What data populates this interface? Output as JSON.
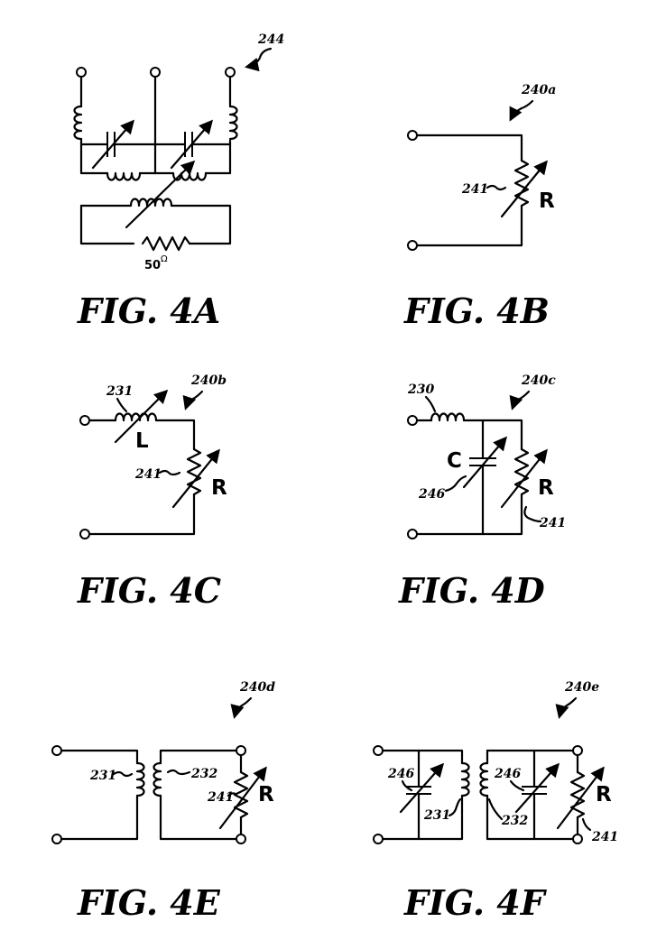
{
  "figures": {
    "fig4a": {
      "caption": "FIG. 4A",
      "ref": "244",
      "resistor_value": "50",
      "resistor_unit": "Ω"
    },
    "fig4b": {
      "caption": "FIG. 4B",
      "ref": "240a",
      "resistor_ref": "241",
      "resistor_symbol": "R"
    },
    "fig4c": {
      "caption": "FIG. 4C",
      "ref": "240b",
      "inductor_ref": "231",
      "inductor_symbol": "L",
      "resistor_ref": "241",
      "resistor_symbol": "R"
    },
    "fig4d": {
      "caption": "FIG. 4D",
      "ref": "240c",
      "inductor_ref": "230",
      "capacitor_ref": "246",
      "capacitor_symbol": "C",
      "resistor_ref": "241",
      "resistor_symbol": "R"
    },
    "fig4e": {
      "caption": "FIG. 4E",
      "ref": "240d",
      "primary_ref": "231",
      "secondary_ref": "232",
      "resistor_ref": "241",
      "resistor_symbol": "R"
    },
    "fig4f": {
      "caption": "FIG. 4F",
      "ref": "240e",
      "cap1_ref": "246",
      "cap2_ref": "246",
      "primary_ref": "231",
      "secondary_ref": "232",
      "resistor_ref": "241",
      "resistor_symbol": "R"
    }
  }
}
